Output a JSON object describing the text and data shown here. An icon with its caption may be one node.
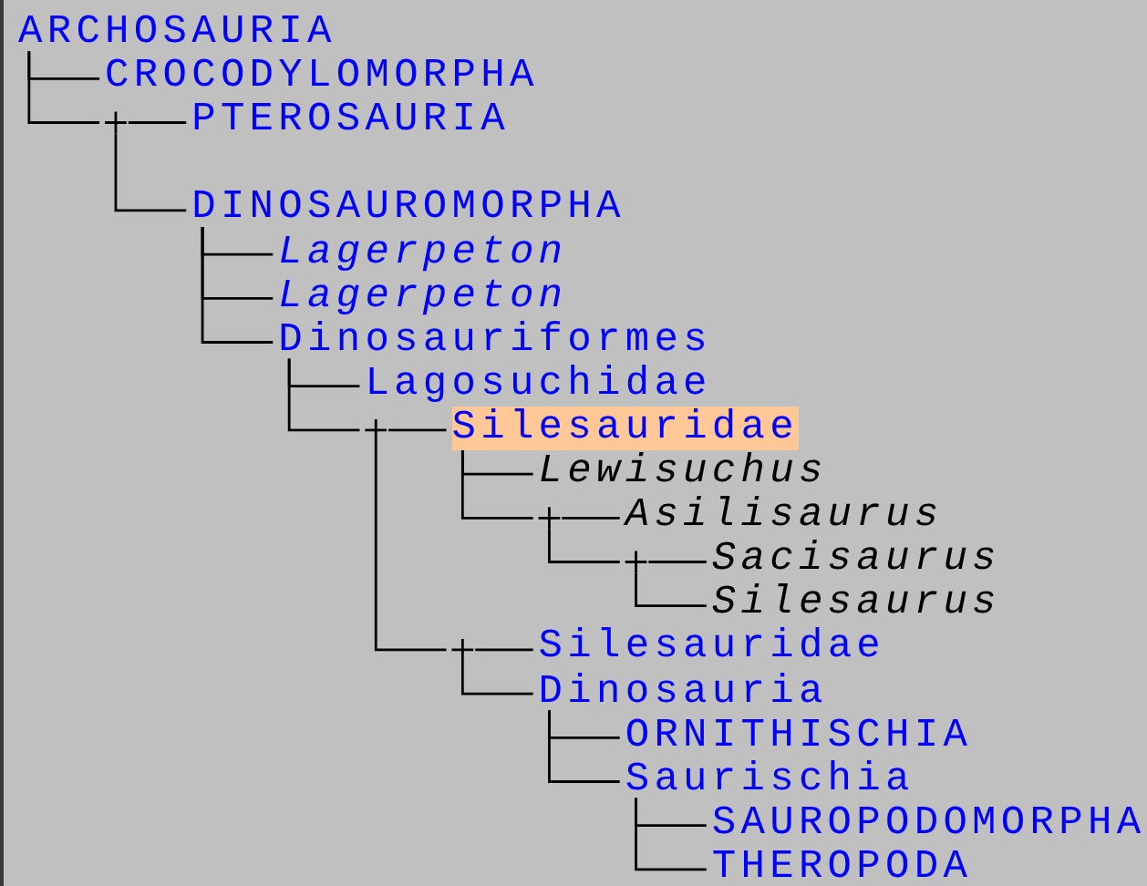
{
  "diagram": {
    "nodes": [
      {
        "text": [
          "ARCHOSAURIA"
        ]
      },
      {
        "text": [
          "CROCODYLOMORPHA"
        ]
      },
      {
        "text": [],
        "shape": "plus"
      },
      {
        "text": [
          "PTEROSAURIA"
        ]
      },
      {
        "text": [
          "DINOSAUROMORPHA"
        ]
      },
      {
        "text": [
          "Lagerpeton"
        ]
      },
      {
        "text": [
          "Lagerpeton"
        ]
      },
      {
        "text": [
          "Dinosauriformes"
        ]
      },
      {
        "text": [
          "Lagosuchidae"
        ]
      },
      {
        "text": [],
        "shape": "plus"
      },
      {
        "text": [
          "Silesauridae"
        ]
      },
      {
        "text": [
          "Lewisuchus"
        ]
      },
      {
        "text": [],
        "shape": "plus"
      },
      {
        "text": [
          "Asilisaurus"
        ]
      },
      {
        "text": [],
        "shape": "plus"
      },
      {
        "text": [
          "Sacisaurus"
        ]
      },
      {
        "text": [
          "Silesaurus"
        ]
      },
      {
        "text": [],
        "shape": "plus"
      },
      {
        "text": [
          "Silesauridae"
        ]
      },
      {
        "text": [
          "Dinosauria"
        ]
      },
      {
        "text": [
          "ORNITHISCHIA"
        ]
      },
      {
        "text": [
          "Saurischia"
        ]
      },
      {
        "text": [
          "SAUROPODOMORPHA"
        ]
      },
      {
        "text": [
          "THEROPODA"
        ]
      }
    ],
    "edges": [
      {
        "from": 0,
        "to": 1,
        "arrow": "none"
      },
      {
        "from": 0,
        "to": 2,
        "arrow": "none"
      },
      {
        "from": 2,
        "to": 3,
        "arrow": "none"
      },
      {
        "from": 2,
        "to": 4,
        "arrow": "none"
      },
      {
        "from": 4,
        "to": 5,
        "arrow": "none"
      },
      {
        "from": 4,
        "to": 6,
        "arrow": "none"
      },
      {
        "from": 4,
        "to": 7,
        "arrow": "none"
      },
      {
        "from": 7,
        "to": 8,
        "arrow": "none"
      },
      {
        "from": 7,
        "to": 9,
        "arrow": "none"
      },
      {
        "from": 9,
        "to": 10,
        "arrow": "none"
      },
      {
        "from": 9,
        "to": 17,
        "arrow": "none"
      },
      {
        "from": 10,
        "to": 11,
        "arrow": "none"
      },
      {
        "from": 10,
        "to": 12,
        "arrow": "none"
      },
      {
        "from": 12,
        "to": 13,
        "arrow": "none"
      },
      {
        "from": 12,
        "to": 14,
        "arrow": "none"
      },
      {
        "from": 14,
        "to": 15,
        "arrow": "none"
      },
      {
        "from": 14,
        "to": 16,
        "arrow": "none"
      },
      {
        "from": 17,
        "to": 18,
        "arrow": "none"
      },
      {
        "from": 17,
        "to": 19,
        "arrow": "none"
      },
      {
        "from": 19,
        "to": 20,
        "arrow": "none"
      },
      {
        "from": 19,
        "to": 21,
        "arrow": "none"
      },
      {
        "from": 21,
        "to": 22,
        "arrow": "none"
      },
      {
        "from": 21,
        "to": 23,
        "arrow": "none"
      }
    ]
  }
}
